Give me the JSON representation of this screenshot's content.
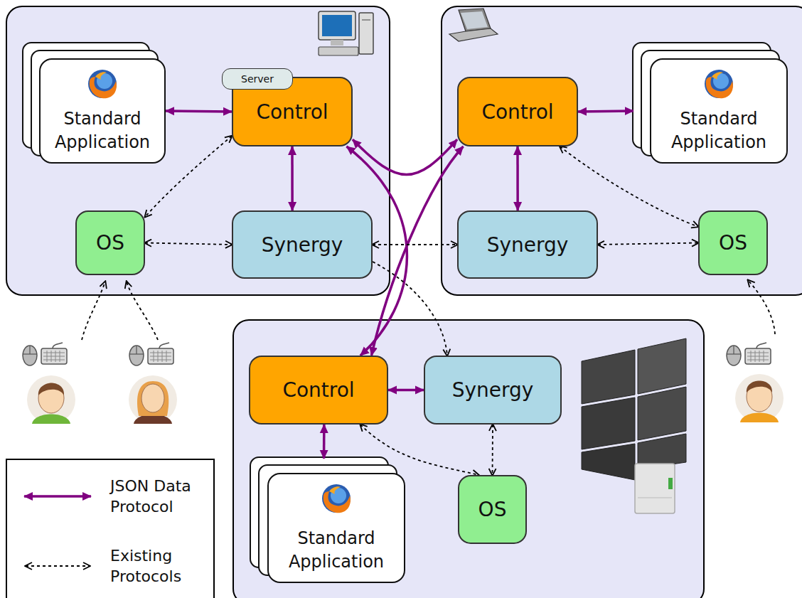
{
  "diagram": {
    "nodes": [
      {
        "text": [
          "Standard Application"
        ]
      },
      {
        "text": [
          "Server"
        ]
      },
      {
        "text": [
          "Control"
        ]
      },
      {
        "text": [
          "OS"
        ]
      },
      {
        "text": [
          "Synergy"
        ]
      },
      {
        "text": [
          "Control"
        ]
      },
      {
        "text": [
          "Standard Application"
        ]
      },
      {
        "text": [
          "Synergy"
        ]
      },
      {
        "text": [
          "OS"
        ]
      },
      {
        "text": [
          "Control"
        ]
      },
      {
        "text": [
          "Synergy"
        ]
      },
      {
        "text": [
          "Standard Application"
        ]
      },
      {
        "text": [
          "OS"
        ]
      }
    ],
    "edges": [
      {
        "from": 0,
        "to": 2,
        "arrow": "both"
      },
      {
        "from": 2,
        "to": 4,
        "arrow": "both"
      },
      {
        "from": 2,
        "to": 5,
        "arrow": "both"
      },
      {
        "from": 2,
        "to": 9,
        "arrow": "both"
      },
      {
        "from": 5,
        "to": 6,
        "arrow": "both"
      },
      {
        "from": 5,
        "to": 7,
        "arrow": "both"
      },
      {
        "from": 5,
        "to": 9,
        "arrow": "both"
      },
      {
        "from": 9,
        "to": 10,
        "arrow": "both"
      },
      {
        "from": 9,
        "to": 11,
        "arrow": "both"
      },
      {
        "from": 2,
        "to": 3,
        "arrow": "both"
      },
      {
        "from": 3,
        "to": 4,
        "arrow": "both"
      },
      {
        "from": 4,
        "to": 7,
        "arrow": "both"
      },
      {
        "from": 4,
        "to": 10,
        "arrow": "to"
      },
      {
        "from": 5,
        "to": 8,
        "arrow": "both"
      },
      {
        "from": 7,
        "to": 8,
        "arrow": "both"
      },
      {
        "from": 9,
        "to": 12,
        "arrow": "both"
      },
      {
        "from": 10,
        "to": 12,
        "arrow": "both"
      }
    ],
    "legend": [
      {
        "text": "JSON Data Protocol"
      },
      {
        "text": "Existing Protocols"
      }
    ]
  }
}
